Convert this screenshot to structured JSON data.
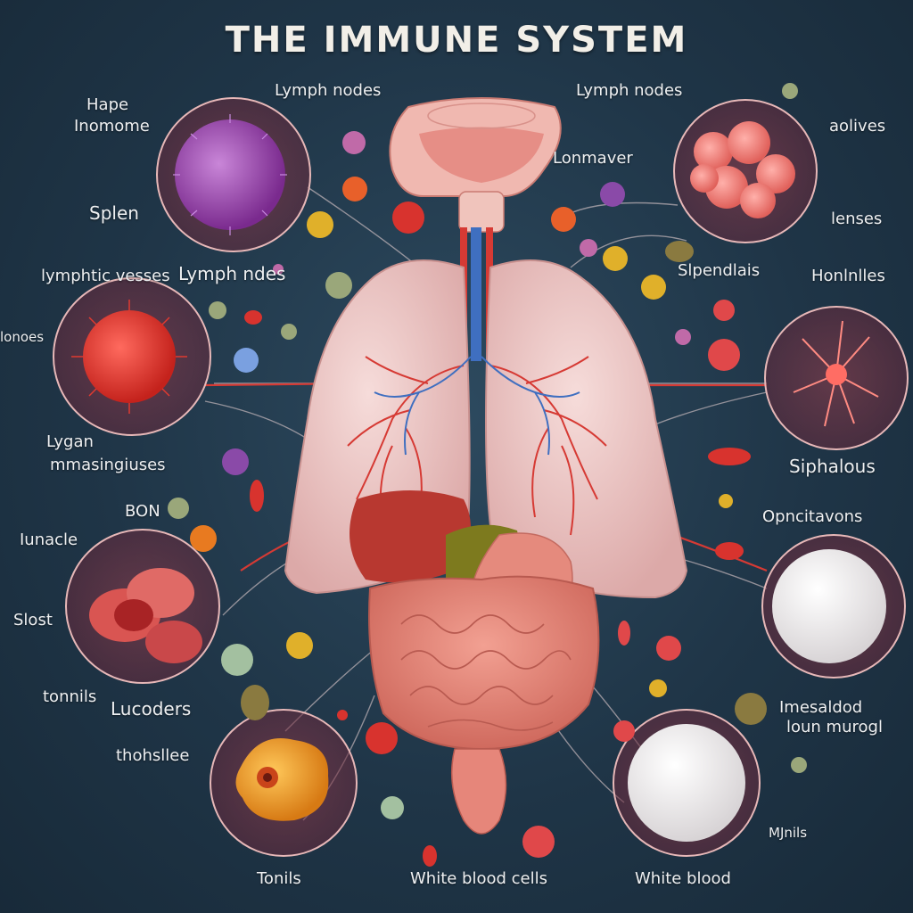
{
  "title": "THE IMMUNE SYSTEM",
  "labels": {
    "hape": "Hape",
    "inomome": "Inomome",
    "splen": "Splen",
    "lymph_nodes_top_left": "Lymph nodes",
    "lymph_nodes_top_right": "Lymph nodes",
    "lonmaver": "Lonmaver",
    "aolives": "aolives",
    "lenses": "lenses",
    "lymphtic_vesses": "lymphtic vesses",
    "lymph_ndes": "Lymph ndes",
    "slpendlais": "Slpendlais",
    "honlnlles": "Honlnlles",
    "lonoes": "lonoes",
    "lygan": "Lygan",
    "mmasingiuses": "mmasingiuses",
    "siphalous": "Siphalous",
    "bon": "BON",
    "opncitavons": "Opncitavons",
    "iunacle": "Iunacle",
    "slost": "Slost",
    "tonnils": "tonnils",
    "lucoders": "Lucoders",
    "imesaldod": "Imesaldod",
    "loun_murogl": "loun murogl",
    "thohsllee": "thohsllee",
    "mjnils": "MJnils",
    "tonils": "Tonils",
    "white_blood_cells": "White blood cells",
    "white_blood": "White blood"
  },
  "colors": {
    "background": "#1f3547",
    "lung": "#ecc6c4",
    "artery": "#d63a34",
    "vein": "#3f6fc0",
    "intestine": "#e6867a",
    "liver": "#b83830",
    "gallbladder": "#7d7a1e",
    "stomach": "#e58a7d",
    "thyroid": "#f0b8b0"
  }
}
